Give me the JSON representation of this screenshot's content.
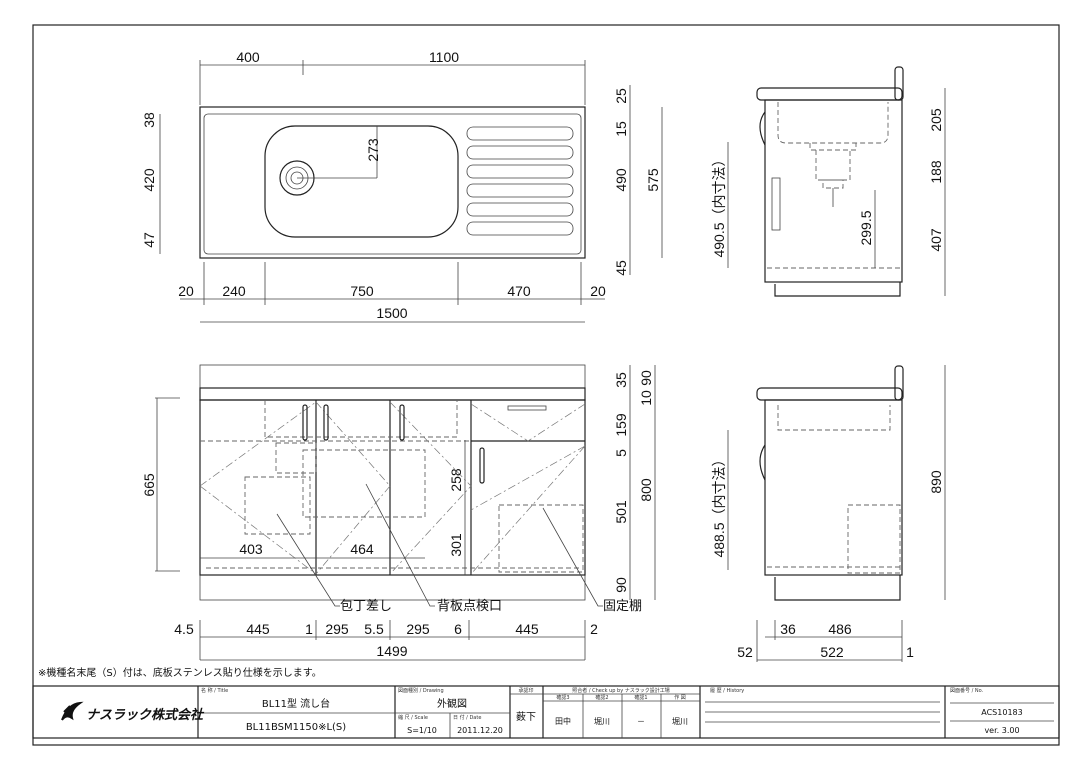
{
  "plan_view": {
    "top": [
      "400",
      "1100"
    ],
    "bottom": [
      "20",
      "240",
      "750",
      "470",
      "20"
    ],
    "total": "1500",
    "left": [
      "38",
      "420",
      "47"
    ],
    "right": [
      "25",
      "15",
      "490",
      "45"
    ],
    "right_total": "575",
    "inner": "273"
  },
  "front_view": {
    "height": "665",
    "inner": [
      "403",
      "464",
      "258",
      "301"
    ],
    "right": [
      "35",
      "10",
      "159",
      "5",
      "501",
      "90"
    ],
    "right_outer": [
      "90",
      "800"
    ],
    "bottom": [
      "4.5",
      "445",
      "1",
      "295",
      "5.5",
      "295",
      "6",
      "445",
      "2"
    ],
    "total": "1499",
    "callouts": [
      "包丁差し",
      "背板点検口",
      "固定棚"
    ]
  },
  "side_view_top": {
    "right": [
      "205",
      "188",
      "407"
    ],
    "inner_height": "490.5（内寸法）",
    "drain": "299.5"
  },
  "side_view_bottom": {
    "height": "890",
    "inner_height": "488.5（内寸法）",
    "top_dims": [
      "36",
      "486"
    ],
    "bottom_dims": [
      "52",
      "522",
      "1"
    ]
  },
  "note": "※機種名末尾（S）付は、底板ステンレス貼り仕様を示します。",
  "title_block": {
    "company": "ナスラック株式会社",
    "title_label": "名 称 / Title",
    "title": "BL11型  流し台",
    "model": "BL11BSM1150※L(S)",
    "drawing_label": "図面種別 / Drawing",
    "drawing": "外観図",
    "scale_label": "縮 尺 / Scale",
    "scale": "S=1/10",
    "date_label": "日 付 / Date",
    "date": "2011.12.20",
    "approval_label": "承認印",
    "approval": "薮下",
    "check_label": "照合者 / Check up by ナスラック設計工場",
    "check_cols": [
      "確認3",
      "確認2",
      "確認1",
      "作 図"
    ],
    "check_vals": [
      "田中",
      "堀川",
      "－",
      "堀川"
    ],
    "history_label": "履 歴 / History",
    "no_label": "図面番号 / No.",
    "number": "ACS10183",
    "version": "ver. 3.00"
  }
}
